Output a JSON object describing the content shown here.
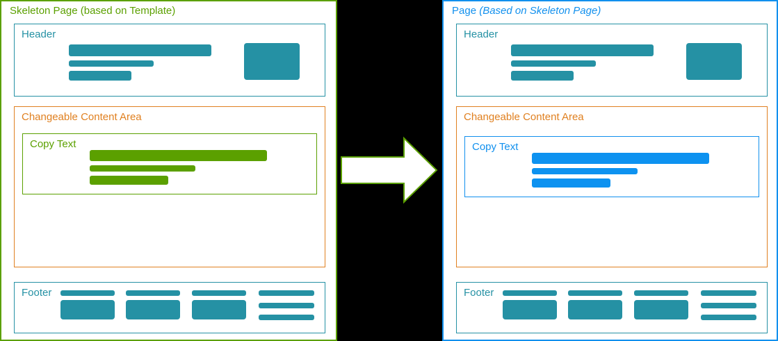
{
  "diagram": {
    "background_color": "#000000",
    "arrow": {
      "name": "right-arrow",
      "fill": "#ffffff",
      "stroke": "#5ba000",
      "direction": "right"
    }
  },
  "panels": [
    {
      "id": "skeleton",
      "title_main": "Skeleton Page (based on Template)",
      "title_plain": "Skeleton Page (based on Template)",
      "title_italic": "",
      "border_color": "#5ba000",
      "title_color": "#5ba000",
      "sections": {
        "header": {
          "label": "Header",
          "border_color": "#2591a4",
          "label_color": "#2591a4",
          "bar_color": "#2591a4"
        },
        "content": {
          "label": "Changeable Content Area",
          "border_color": "#e08020",
          "label_color": "#e08020"
        },
        "copy": {
          "label": "Copy Text",
          "border_color": "#5ba000",
          "label_color": "#5ba000",
          "bar_color": "#5ba000"
        },
        "footer": {
          "label": "Footer",
          "border_color": "#2591a4",
          "label_color": "#2591a4",
          "bar_color": "#2591a4"
        }
      }
    },
    {
      "id": "page",
      "title_main": "Page (Based on Skeleton Page)",
      "title_plain": "Page ",
      "title_italic": "(Based on Skeleton Page)",
      "border_color": "#1190ee",
      "title_color": "#1190ee",
      "sections": {
        "header": {
          "label": "Header",
          "border_color": "#2591a4",
          "label_color": "#2591a4",
          "bar_color": "#2591a4"
        },
        "content": {
          "label": "Changeable Content Area",
          "border_color": "#e08020",
          "label_color": "#e08020"
        },
        "copy": {
          "label": "Copy Text",
          "border_color": "#1190ee",
          "label_color": "#1190ee",
          "bar_color": "#0d92f0"
        },
        "footer": {
          "label": "Footer",
          "border_color": "#2591a4",
          "label_color": "#2591a4",
          "bar_color": "#2591a4"
        }
      }
    }
  ]
}
